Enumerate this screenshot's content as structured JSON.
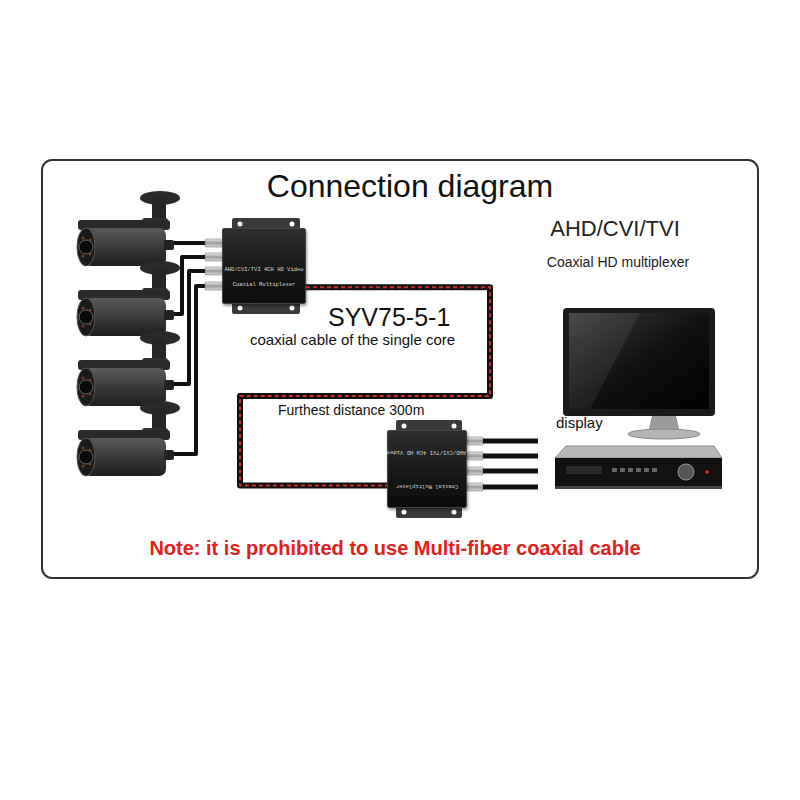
{
  "diagram": {
    "title": "Connection diagram",
    "nodes": [
      {
        "text": [
          "AHD/CVI/TVI 4CH HD Video",
          "Coaxial Multiplexer"
        ]
      },
      {
        "text": [
          "AHD/CVI/TVI 4CH HD Video",
          "Coaxial Multiplexer"
        ]
      }
    ],
    "edges": [
      {
        "from": 0,
        "to": 1,
        "arrow": "none"
      }
    ],
    "labels": [
      "AHD/CVI/TVI",
      "Coaxial HD multiplexer",
      "SYV75-5-1",
      "coaxial cable of the single core",
      "Furthest distance 300m",
      "display",
      "Note: it is prohibited to use Multi-fiber coaxial cable"
    ]
  }
}
